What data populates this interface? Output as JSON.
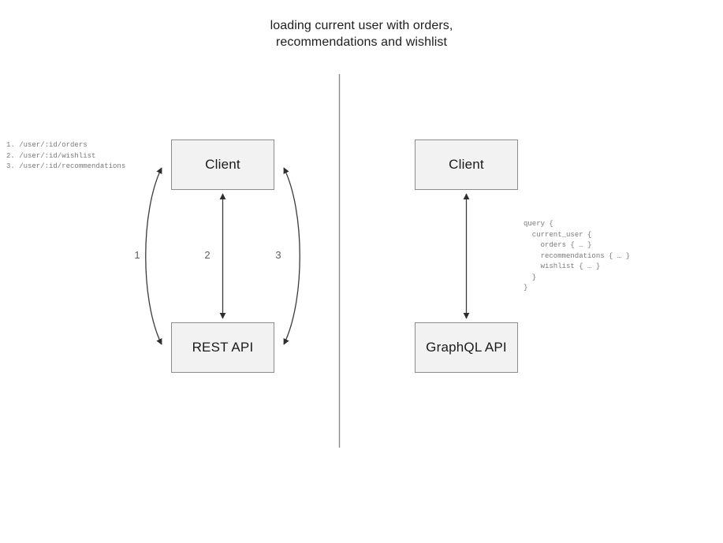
{
  "title": {
    "line1": "loading current user with orders,",
    "line2": "recommendations and wishlist"
  },
  "divider": {
    "name": "vertical-divider",
    "color": "#8a8a8a"
  },
  "left_panel": {
    "name": "rest-approach",
    "nodes": [
      {
        "id": "client",
        "label": "Client"
      },
      {
        "id": "rest-api",
        "label": "REST API"
      }
    ],
    "edges": [
      {
        "id": "1",
        "label": "1",
        "style": "curved",
        "direction": "bidirectional"
      },
      {
        "id": "2",
        "label": "2",
        "style": "straight",
        "direction": "bidirectional"
      },
      {
        "id": "3",
        "label": "3",
        "style": "curved",
        "direction": "bidirectional"
      }
    ],
    "annotation": {
      "name": "rest-endpoint-list",
      "lines": [
        "1. /user/:id/orders",
        "2. /user/:id/wishlist",
        "3. /user/:id/recommendations"
      ],
      "text": "1. /user/:id/orders\n2. /user/:id/wishlist\n3. /user/:id/recommendations"
    }
  },
  "right_panel": {
    "name": "graphql-approach",
    "nodes": [
      {
        "id": "client",
        "label": "Client"
      },
      {
        "id": "graphql-api",
        "label": "GraphQL API"
      }
    ],
    "edges": [
      {
        "id": "gql",
        "label": "",
        "style": "straight",
        "direction": "bidirectional"
      }
    ],
    "annotation": {
      "name": "graphql-query-snippet",
      "lines": [
        "query {",
        "  current_user {",
        "    orders { … }",
        "    recommendations { … }",
        "    wishlist { … }",
        "  }",
        "}"
      ],
      "text": "query {\n  current_user {\n    orders { … }\n    recommendations { … }\n    wishlist { … }\n  }\n}"
    }
  },
  "colors": {
    "node_fill": "#f2f2f2",
    "node_border": "#8c8c8c",
    "edge": "#3a3a3a",
    "annotation_text": "#7a7a7a",
    "title_text": "#1d1d1d"
  }
}
